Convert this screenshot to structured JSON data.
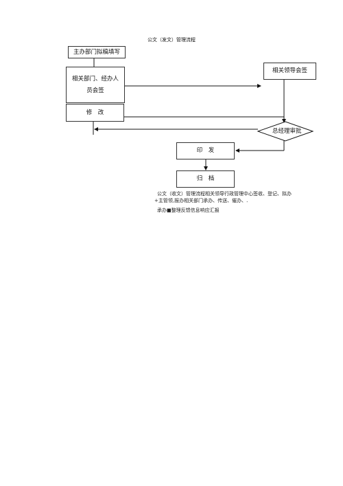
{
  "title": "公文（发文）管理流程",
  "nodes": {
    "draft": "主办部门拟稿填写",
    "countersign_dept": [
      "相关部门、经办人",
      "员会签"
    ],
    "leader_countersign": "相关领导会签",
    "revise": "修　改",
    "gm_review": "总经理审批",
    "print": "印　发",
    "archive": "归　档"
  },
  "footer_notes": {
    "line1": "公文（收文）管理流程相关领导行政管理中心签收、登记、拟办",
    "line2": "+主管领,报办相关部门承办、传送、催办、.",
    "line3": "承办■整理反馈信息响应汇报"
  }
}
